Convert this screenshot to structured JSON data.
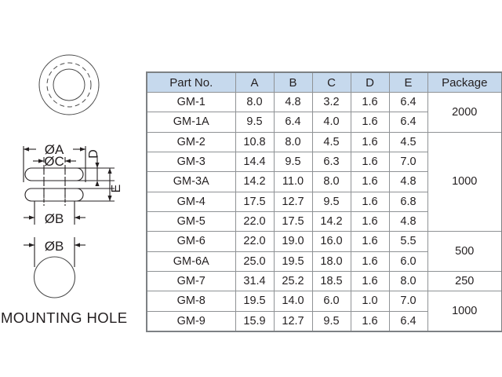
{
  "drawings": {
    "top_view": {
      "name": "grommet-top-view"
    },
    "cross_section": {
      "dim_a": "ØA",
      "dim_c": "ØC",
      "dim_b": "ØB",
      "dim_d": "D",
      "dim_e": "E"
    },
    "mounting_hole": {
      "dim_b": "ØB",
      "caption": "MOUNTING HOLE"
    }
  },
  "table": {
    "headers": [
      "Part No.",
      "A",
      "B",
      "C",
      "D",
      "E",
      "Package"
    ],
    "rows": [
      {
        "part": "GM-1",
        "a": "8.0",
        "b": "4.8",
        "c": "3.2",
        "d": "1.6",
        "e": "6.4"
      },
      {
        "part": "GM-1A",
        "a": "9.5",
        "b": "6.4",
        "c": "4.0",
        "d": "1.6",
        "e": "6.4"
      },
      {
        "part": "GM-2",
        "a": "10.8",
        "b": "8.0",
        "c": "4.5",
        "d": "1.6",
        "e": "4.5"
      },
      {
        "part": "GM-3",
        "a": "14.4",
        "b": "9.5",
        "c": "6.3",
        "d": "1.6",
        "e": "7.0"
      },
      {
        "part": "GM-3A",
        "a": "14.2",
        "b": "11.0",
        "c": "8.0",
        "d": "1.6",
        "e": "4.8"
      },
      {
        "part": "GM-4",
        "a": "17.5",
        "b": "12.7",
        "c": "9.5",
        "d": "1.6",
        "e": "6.8"
      },
      {
        "part": "GM-5",
        "a": "22.0",
        "b": "17.5",
        "c": "14.2",
        "d": "1.6",
        "e": "4.8"
      },
      {
        "part": "GM-6",
        "a": "22.0",
        "b": "19.0",
        "c": "16.0",
        "d": "1.6",
        "e": "5.5"
      },
      {
        "part": "GM-6A",
        "a": "25.0",
        "b": "19.5",
        "c": "18.0",
        "d": "1.6",
        "e": "6.0"
      },
      {
        "part": "GM-7",
        "a": "31.4",
        "b": "25.2",
        "c": "18.5",
        "d": "1.6",
        "e": "8.0"
      },
      {
        "part": "GM-8",
        "a": "19.5",
        "b": "14.0",
        "c": "6.0",
        "d": "1.0",
        "e": "7.0"
      },
      {
        "part": "GM-9",
        "a": "15.9",
        "b": "12.7",
        "c": "9.5",
        "d": "1.6",
        "e": "6.4"
      }
    ],
    "packages": [
      {
        "value": "2000",
        "rowspan": 2
      },
      {
        "value": "1000",
        "rowspan": 5
      },
      {
        "value": "500",
        "rowspan": 2
      },
      {
        "value": "250",
        "rowspan": 1
      },
      {
        "value": "1000",
        "rowspan": 2
      }
    ]
  },
  "colors": {
    "header_fill": "#c6d9ed",
    "grid_line": "#8f9295",
    "ink": "#231f20",
    "background": "#ffffff"
  }
}
